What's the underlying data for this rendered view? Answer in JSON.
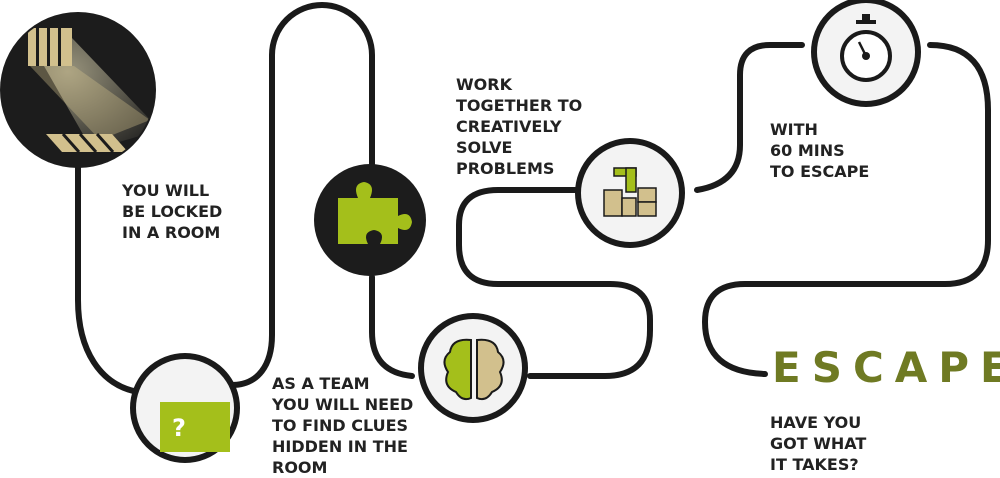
{
  "steps": {
    "locked": "YOU WILL\nBE LOCKED\nIN A ROOM",
    "team_clues": "AS A TEAM\nYOU WILL NEED\nTO FIND CLUES\nHIDDEN IN THE\nROOM",
    "work_together": "WORK\nTOGETHER TO\nCREATIVELY\nSOLVE\nPROBLEMS",
    "sixty_mins": "WITH\n60 MINS\nTO ESCAPE",
    "escape": "ESCAPE",
    "got_what_it_takes": "HAVE YOU\nGOT WHAT\nIT TAKES?"
  },
  "icons": {
    "prison": "prison-window-icon",
    "question": "question-mark-icon",
    "puzzle": "puzzle-piece-icon",
    "brain": "brain-icon",
    "blocks": "tetris-blocks-icon",
    "stopwatch": "stopwatch-icon"
  },
  "question_glyph": "?",
  "colors": {
    "line": "#1a1a1a",
    "accent_green": "#a4bf1b",
    "escape_olive": "#6f7a23",
    "tan": "#d2c08d",
    "dark_circle": "#1c1c1c",
    "light_circle": "#f3f3f3"
  }
}
